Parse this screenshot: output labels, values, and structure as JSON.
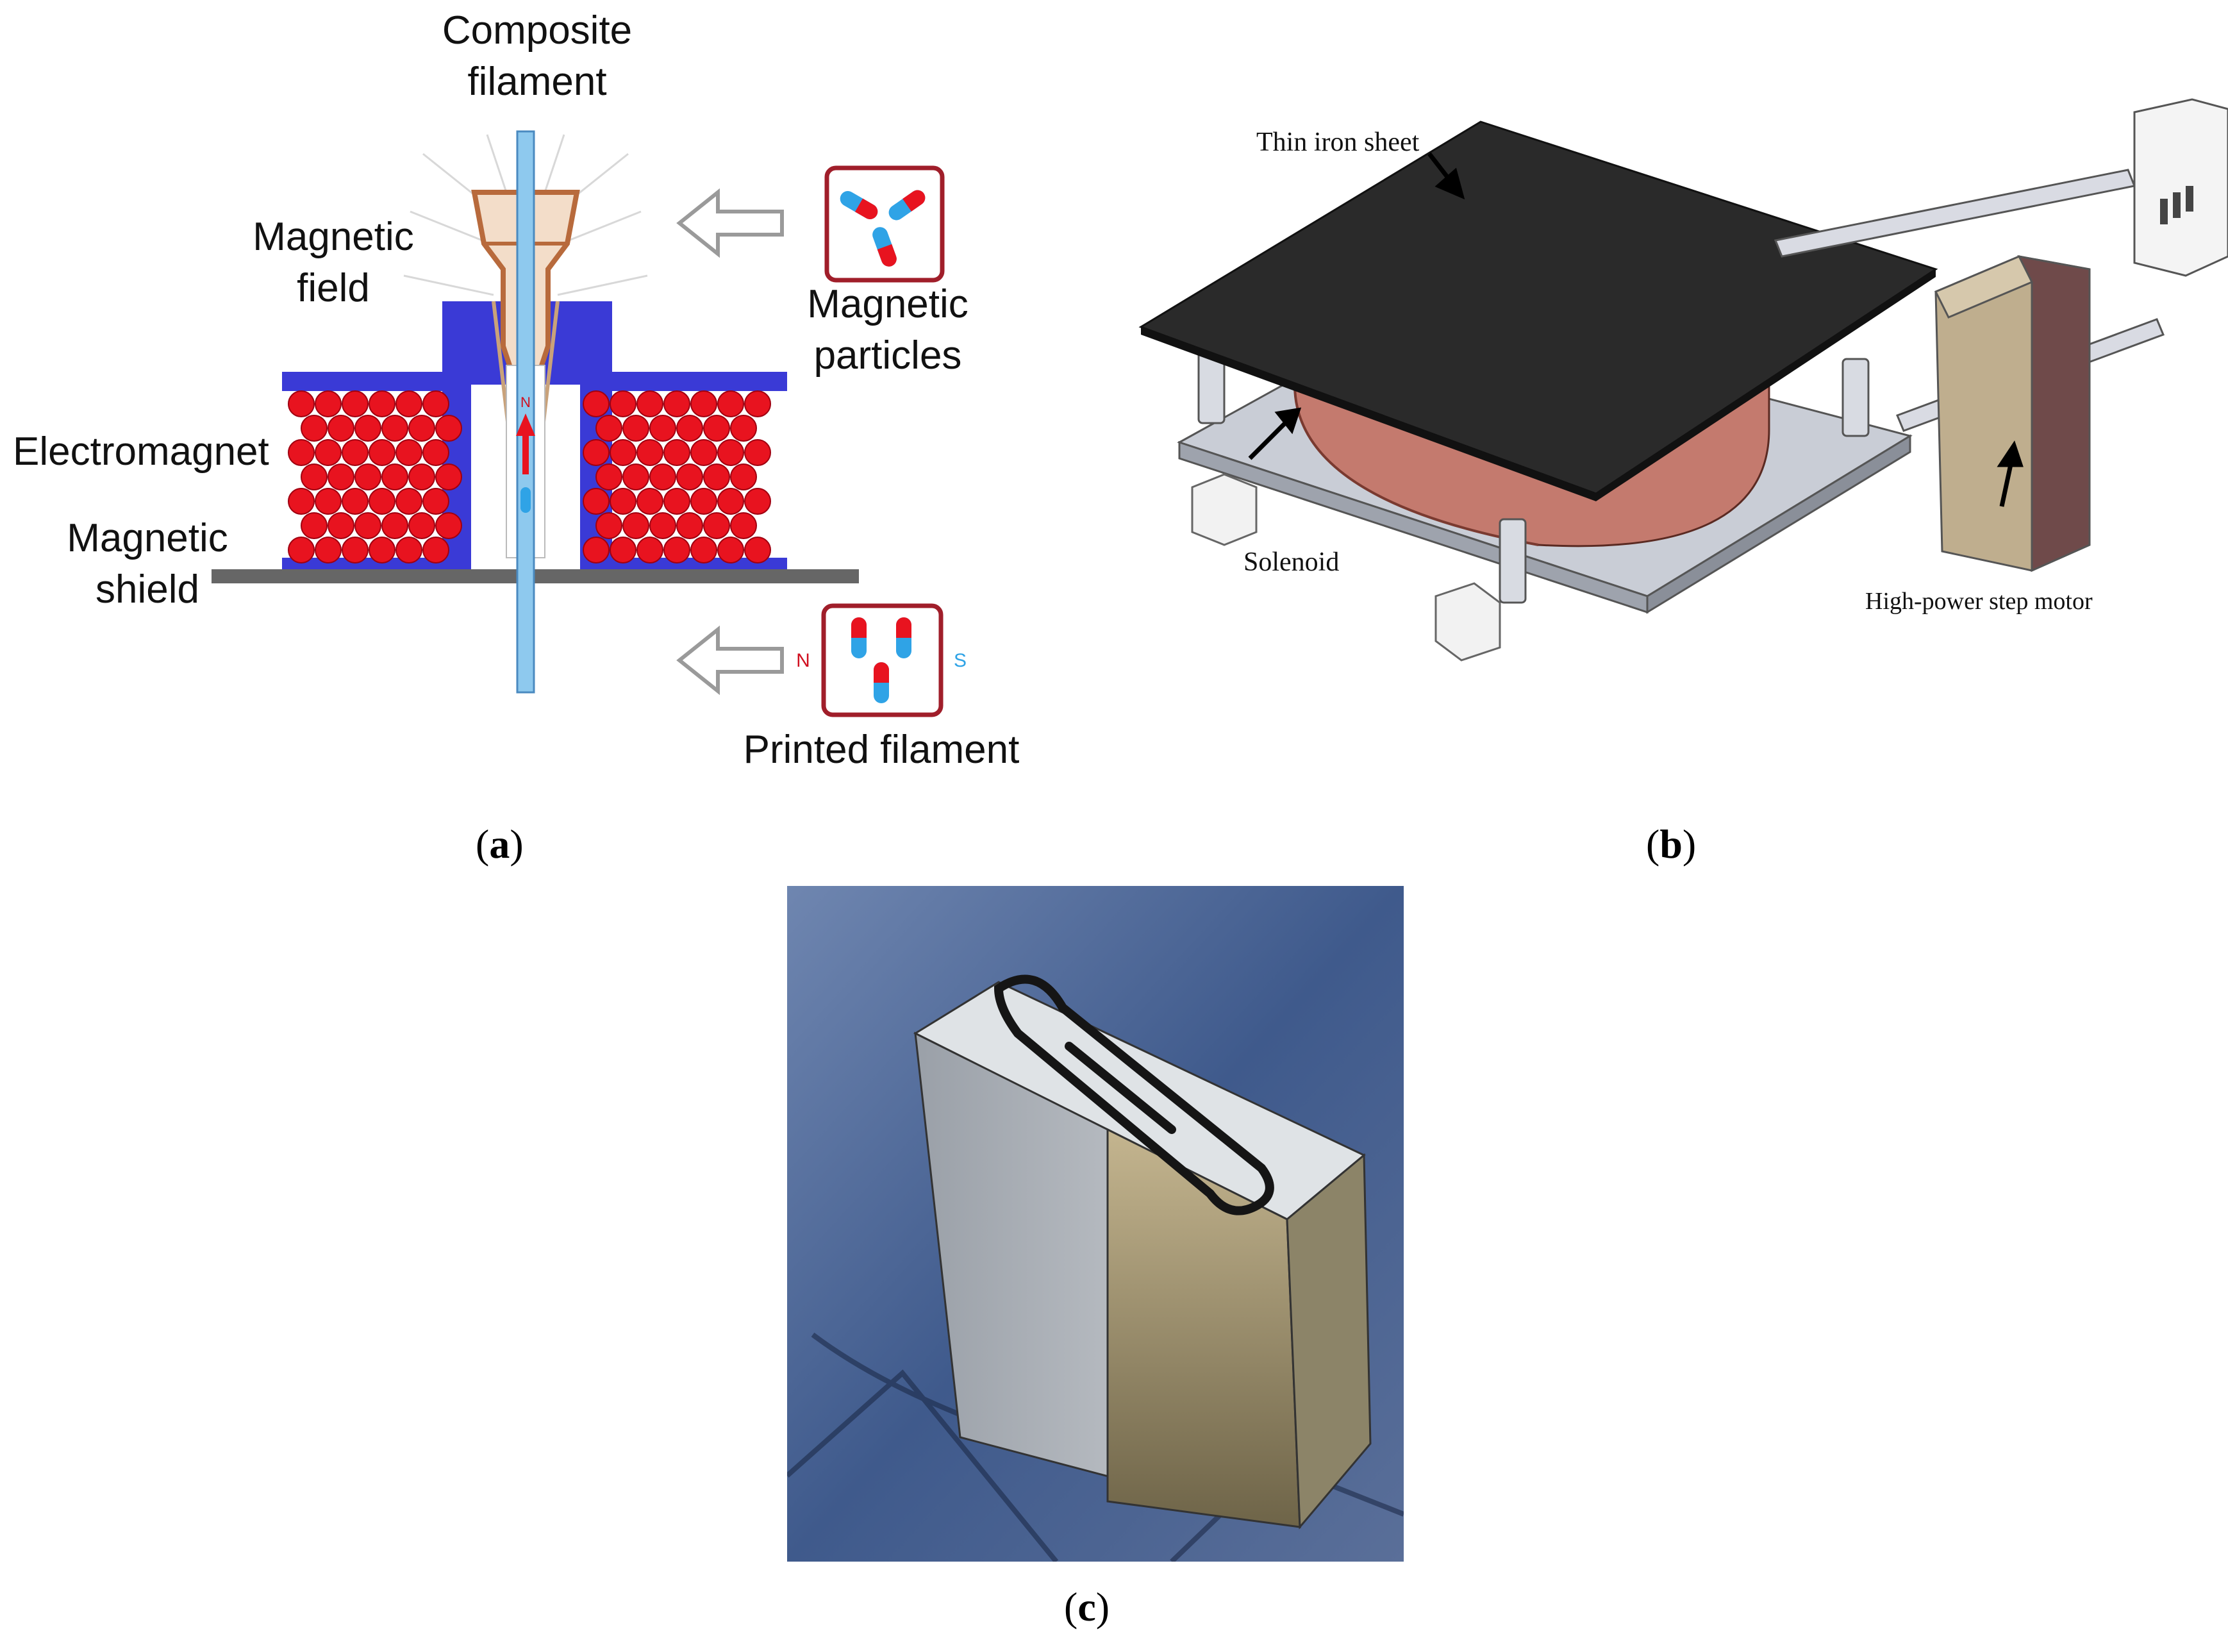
{
  "panel_a": {
    "labels": {
      "composite_line1": "Composite",
      "composite_line2": "filament",
      "field_line1": "Magnetic",
      "field_line2": "field",
      "particles_line1": "Magnetic",
      "particles_line2": "particles",
      "electromagnet": "Electromagnet",
      "shield_line1": "Magnetic",
      "shield_line2": "shield",
      "printed": "Printed filament",
      "north": "N",
      "south": "S",
      "nozzle_n": "N"
    },
    "colors": {
      "yoke": "#3a3ad6",
      "coil": "#e8131f",
      "filament": "#8ec9ee",
      "particle_red": "#e8131f",
      "particle_blue": "#2fa3e6",
      "box_border": "#a01e2a",
      "nozzle": "#b86a3c",
      "shield": "#666666"
    }
  },
  "panel_b": {
    "labels": {
      "iron_sheet": "Thin iron sheet",
      "solenoid": "Solenoid",
      "motor": "High-power step motor"
    }
  },
  "captions": {
    "a": "a",
    "b": "b",
    "c": "c"
  }
}
